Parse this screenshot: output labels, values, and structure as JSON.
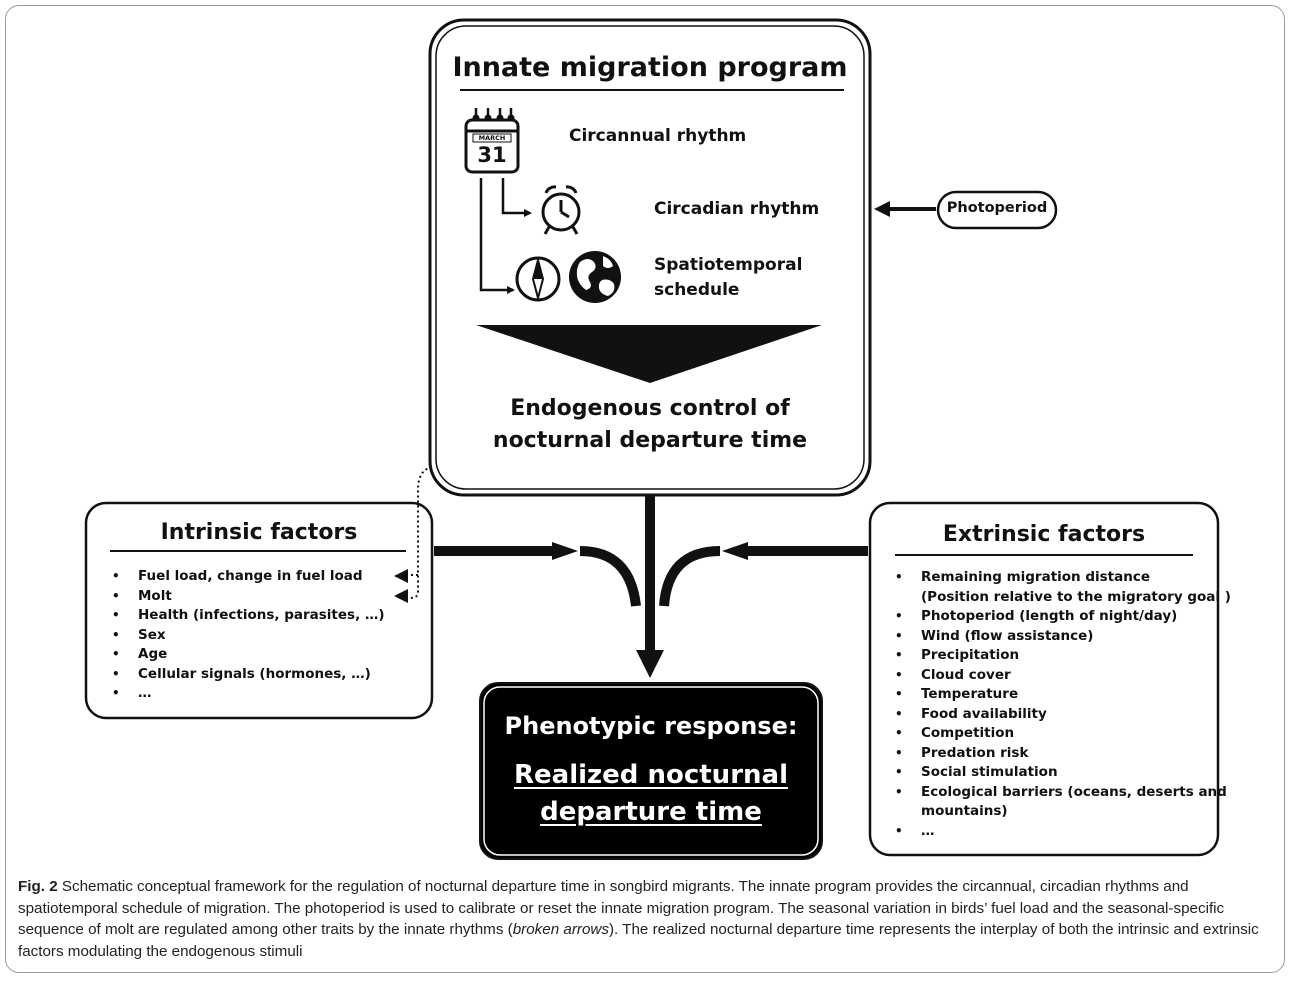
{
  "innate": {
    "title": "Innate migration program",
    "calendar_month": "MARCH",
    "calendar_day": "31",
    "circannual": "Circannual rhythm",
    "circadian": "Circadian rhythm",
    "spatio_line1": "Spatiotemporal",
    "spatio_line2": "schedule",
    "endogenous_line1": "Endogenous control of",
    "endogenous_line2": "nocturnal departure time"
  },
  "photoperiod": {
    "label": "Photoperiod"
  },
  "intrinsic": {
    "title": "Intrinsic factors",
    "items": [
      "Fuel load, change in fuel load",
      "Molt",
      "Health (infections, parasites, …)",
      "Sex",
      "Age",
      "Cellular signals (hormones, …)",
      "…"
    ]
  },
  "extrinsic": {
    "title": "Extrinsic factors",
    "items": [
      "Remaining migration distance",
      "(Position relative to the migratory goal )",
      "Photoperiod (length of night/day)",
      "Wind (flow assistance)",
      "Precipitation",
      "Cloud cover",
      "Temperature",
      "Food availability",
      "Competition",
      "Predation risk",
      "Social stimulation",
      "Ecological barriers  (oceans, deserts and",
      "mountains)",
      "…"
    ]
  },
  "response": {
    "line1": "Phenotypic response:",
    "line2": "Realized nocturnal",
    "line3": "departure time"
  },
  "caption": {
    "fig_label": "Fig. 2",
    "text_before_italic": " Schematic conceptual framework for the regulation of nocturnal departure time in songbird migrants. The innate program provides the circannual, circadian rhythms and spatiotemporal schedule of migration. The photoperiod is used to calibrate or reset the innate migration program. The seasonal variation in birds’ fuel load and the seasonal-specific sequence of molt are regulated among other traits by the innate rhythms (",
    "italic": "broken arrows",
    "text_after_italic": "). The realized nocturnal departure time represents the interplay of both the intrinsic and extrinsic factors modulating the endogenous stimuli"
  },
  "colors": {
    "ink": "#111111",
    "response_bg": "#000000",
    "response_text": "#ffffff",
    "frame": "#9a9a9a"
  },
  "icons": [
    "calendar-icon",
    "alarm-clock-icon",
    "compass-icon",
    "globe-icon"
  ]
}
